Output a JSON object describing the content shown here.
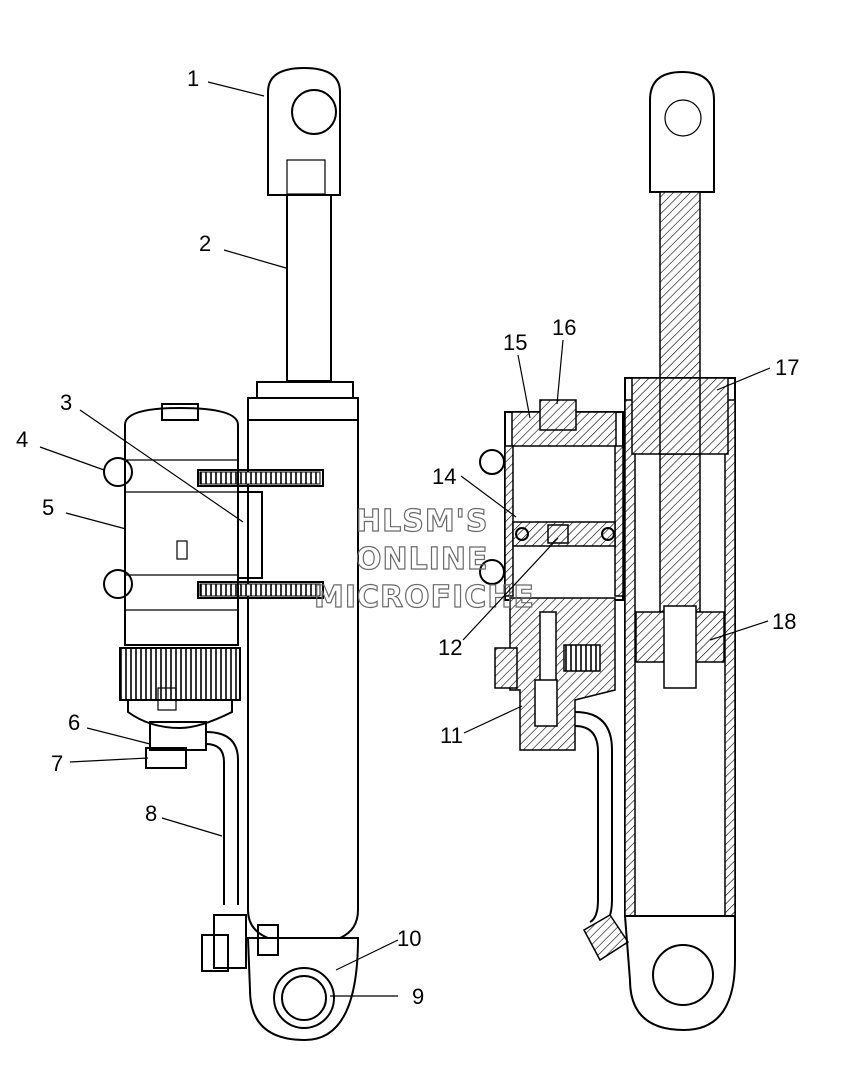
{
  "callouts": [
    {
      "id": "1",
      "label": "1"
    },
    {
      "id": "2",
      "label": "2"
    },
    {
      "id": "3",
      "label": "3"
    },
    {
      "id": "4",
      "label": "4"
    },
    {
      "id": "5",
      "label": "5"
    },
    {
      "id": "6",
      "label": "6"
    },
    {
      "id": "7",
      "label": "7"
    },
    {
      "id": "8",
      "label": "8"
    },
    {
      "id": "9",
      "label": "9"
    },
    {
      "id": "10",
      "label": "10"
    },
    {
      "id": "11",
      "label": "11"
    },
    {
      "id": "12",
      "label": "12"
    },
    {
      "id": "14",
      "label": "14"
    },
    {
      "id": "15",
      "label": "15"
    },
    {
      "id": "16",
      "label": "16"
    },
    {
      "id": "17",
      "label": "17"
    },
    {
      "id": "18",
      "label": "18"
    }
  ],
  "watermark": {
    "line1": "HLSM'S",
    "line2": "ONLINE",
    "line3": "MICROFICHE"
  }
}
